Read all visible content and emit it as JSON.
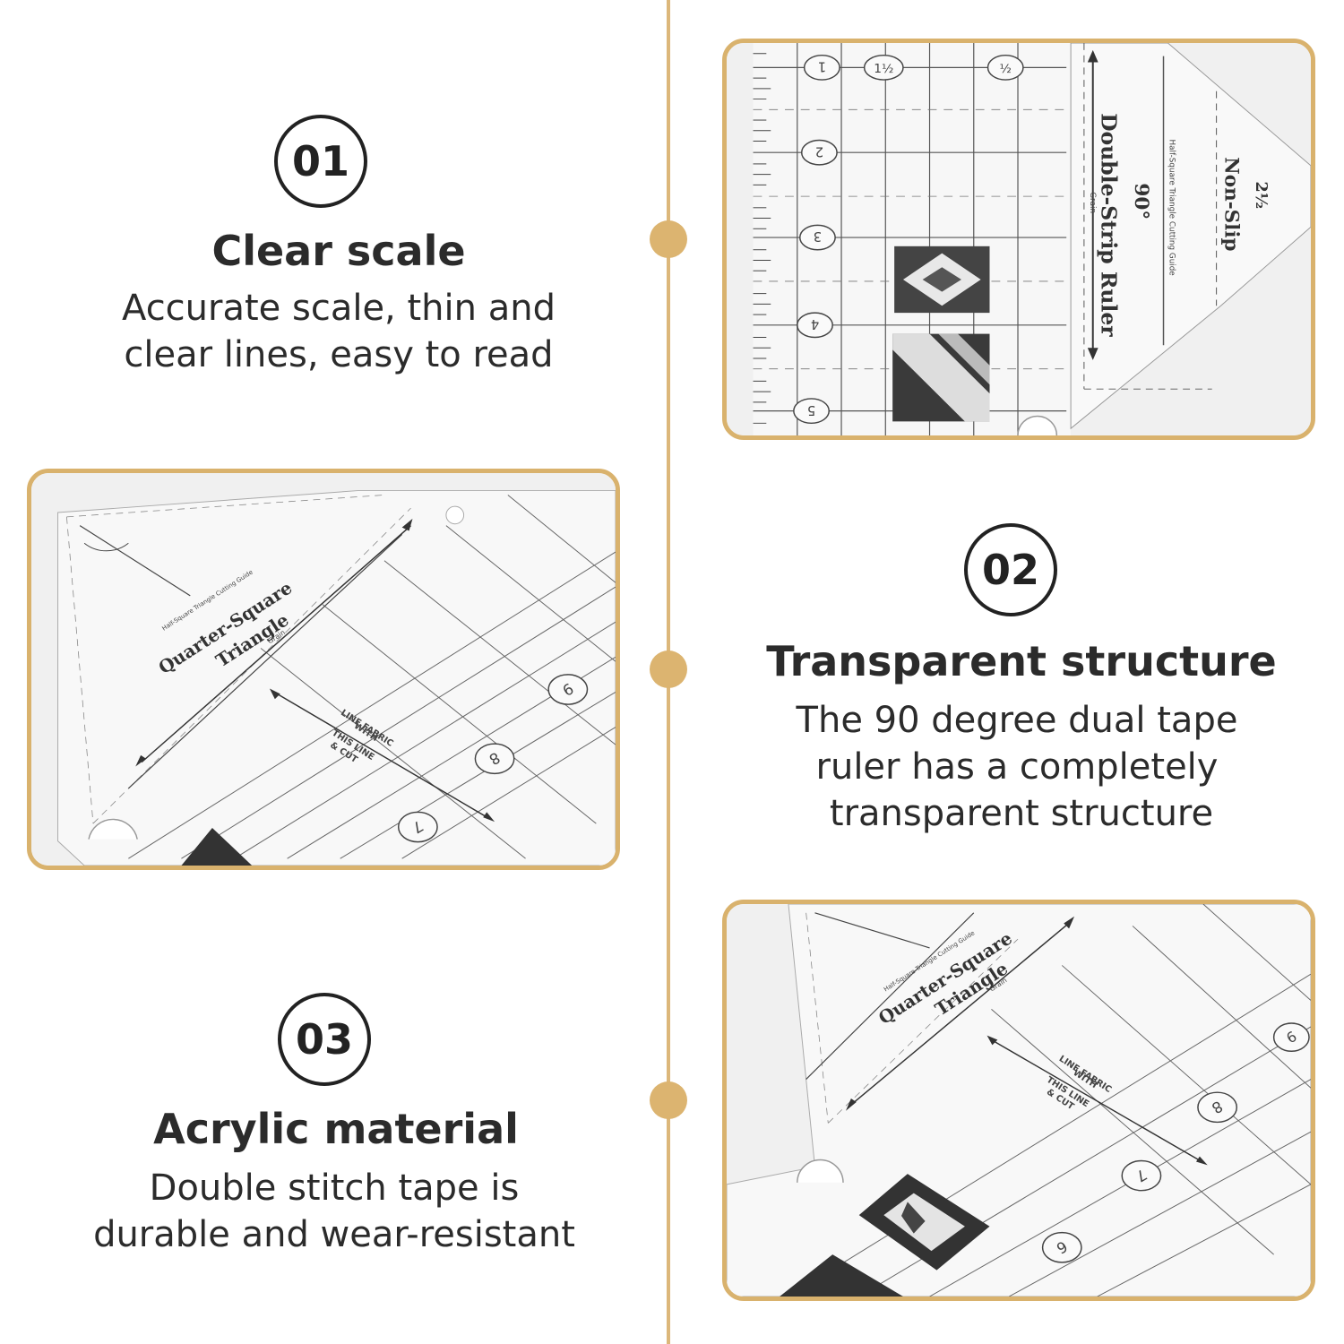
{
  "features": [
    {
      "number": "01",
      "title": "Clear scale",
      "desc_line1": "Accurate scale, thin and",
      "desc_line2": "clear lines, easy to read"
    },
    {
      "number": "02",
      "title": "Transparent structure",
      "desc_line1": "The 90 degree dual tape",
      "desc_line2": "ruler has a completely",
      "desc_line3": "transparent structure"
    },
    {
      "number": "03",
      "title": "Acrylic material",
      "desc_line1": "Double stitch tape is",
      "desc_line2": "durable and wear-resistant"
    }
  ],
  "photo1": {
    "ruler_name": "Double-Strip Ruler",
    "angle": "90°",
    "brand_text": "Non-Slip",
    "size_label": "2½",
    "guide_text": "Half-Square Triangle Cutting Guide",
    "grain": "Grain",
    "marks": [
      "1",
      "1½",
      "½",
      "2",
      "3",
      "4",
      "5"
    ]
  },
  "photo2": {
    "ruler_name_1": "Quarter-Square",
    "ruler_name_2": "Triangle",
    "guide_text": "Half-Square Triangle Cutting Guide",
    "grain": "Grain",
    "instruction_1": "LINE FABRIC",
    "instruction_2": "WITH",
    "instruction_3": "THIS LINE",
    "instruction_4": "& CUT",
    "marks": [
      "9",
      "8",
      "7"
    ]
  },
  "photo3": {
    "ruler_name_1": "Quarter-Square",
    "ruler_name_2": "Triangle",
    "guide_text": "Half-Square Triangle Cutting Guide",
    "grain": "Grain",
    "instruction_1": "LINE FABRIC",
    "instruction_2": "WITH",
    "instruction_3": "THIS LINE",
    "instruction_4": "& CUT",
    "marks": [
      "9",
      "8",
      "7",
      "6"
    ]
  },
  "colors": {
    "accent": "#dcb470",
    "text": "#2b2b2b",
    "frame": "#d9b26d"
  }
}
